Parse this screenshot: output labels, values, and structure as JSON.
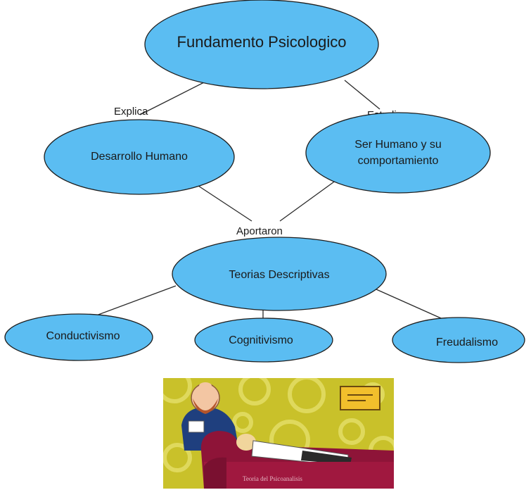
{
  "nodes": {
    "fundamento": "Fundamento Psicologico",
    "desarrollo": "Desarrollo Humano",
    "ser_humano_line1": "Ser Humano y su",
    "ser_humano_line2": "comportamiento",
    "teorias": "Teorias Descriptivas",
    "conductivismo": "Conductivismo",
    "cognitivismo": "Cognitivismo",
    "freudalismo": "Freudalismo"
  },
  "edge_labels": {
    "explica": "Explica",
    "estudia": "Estudia",
    "aportaron": "Aportaron"
  },
  "illustration": {
    "caption": "Teoria del Psicoanalisis"
  },
  "colors": {
    "node_fill": "#5bbdf2",
    "node_stroke": "#1e1e1e",
    "illustration_bg": "#c9c12a",
    "couch": "#8e1438"
  }
}
